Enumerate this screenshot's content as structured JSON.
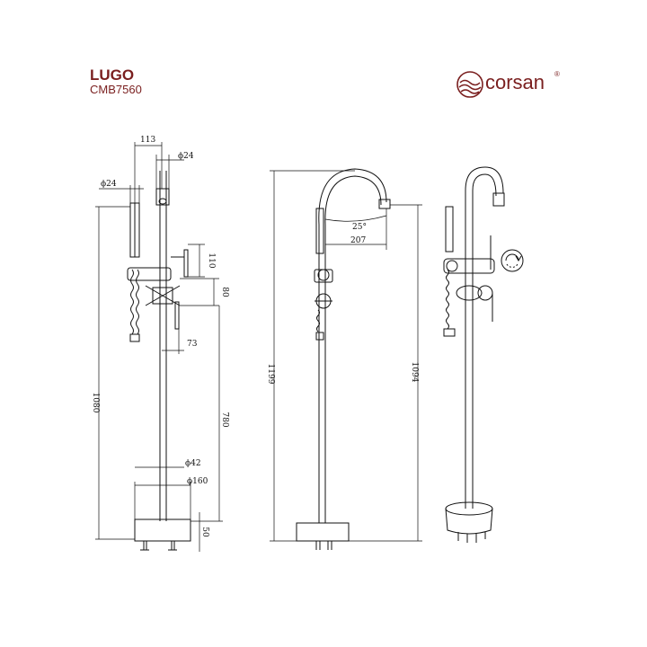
{
  "header": {
    "title": "LUGO",
    "model": "CMB7560"
  },
  "brand": {
    "name": "corsan",
    "reg": "®",
    "color": "#7a1f1f"
  },
  "dimensions": {
    "spout_reach_top": "113",
    "spout_dia": "ϕ24",
    "handshower_dia": "ϕ24",
    "valve_height": "110",
    "handle_spacing": "80",
    "handle_offset": "73",
    "total_height_front": "1080",
    "riser_height": "780",
    "riser_dia": "ϕ42",
    "base_dia": "ϕ160",
    "base_height": "50",
    "total_height_side": "1199",
    "spout_angle": "25°",
    "spout_reach_side": "207",
    "outlet_height": "1094"
  }
}
